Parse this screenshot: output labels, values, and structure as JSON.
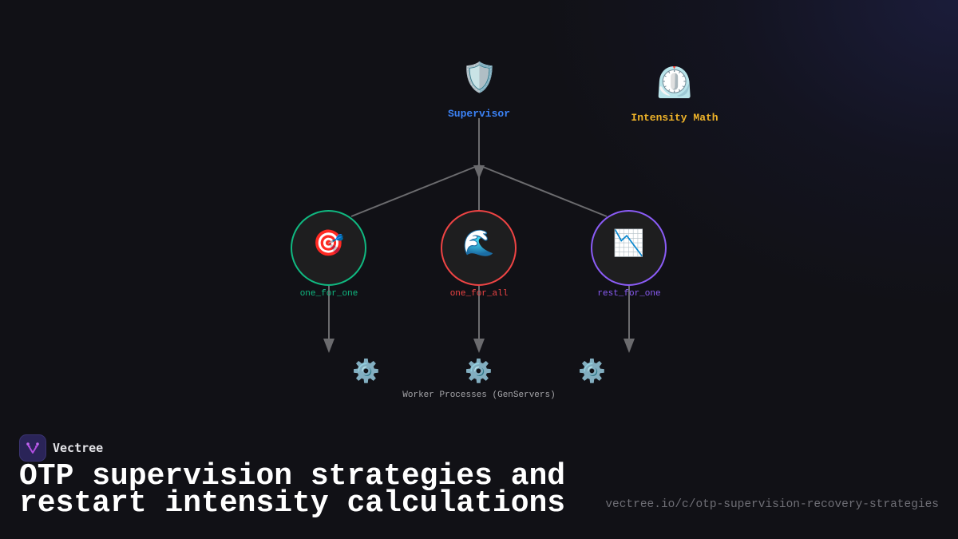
{
  "diagram": {
    "supervisor": {
      "label": "Supervisor",
      "icon": "shield-icon",
      "glyph": "🛡️",
      "color": "#3b82f6"
    },
    "intensity": {
      "label": "Intensity Math",
      "icon": "timer-clock-icon",
      "glyph": "⏲️",
      "color": "#f0b429"
    },
    "strategies": [
      {
        "label": "one_for_one",
        "icon": "direct-hit-target-icon",
        "glyph": "🎯",
        "color": "#10b981"
      },
      {
        "label": "one_for_all",
        "icon": "water-wave-icon",
        "glyph": "🌊",
        "color": "#ef4444"
      },
      {
        "label": "rest_for_one",
        "icon": "chart-decreasing-icon",
        "glyph": "📉",
        "color": "#8b5cf6"
      }
    ],
    "workers": {
      "caption": "Worker Processes (GenServers)",
      "items": [
        {
          "icon": "gear-icon",
          "glyph": "⚙️"
        },
        {
          "icon": "gear-icon",
          "glyph": "⚙️"
        },
        {
          "icon": "gear-icon",
          "glyph": "⚙️"
        }
      ]
    },
    "connector_color": "#6b6b6e"
  },
  "footer": {
    "brand": {
      "name": "Vectree",
      "logo_icon": "vectree-logo-icon"
    },
    "title_lines": [
      "OTP supervision strategies and",
      "restart intensity calculations"
    ],
    "url": "vectree.io/c/otp-supervision-recovery-strategies"
  }
}
